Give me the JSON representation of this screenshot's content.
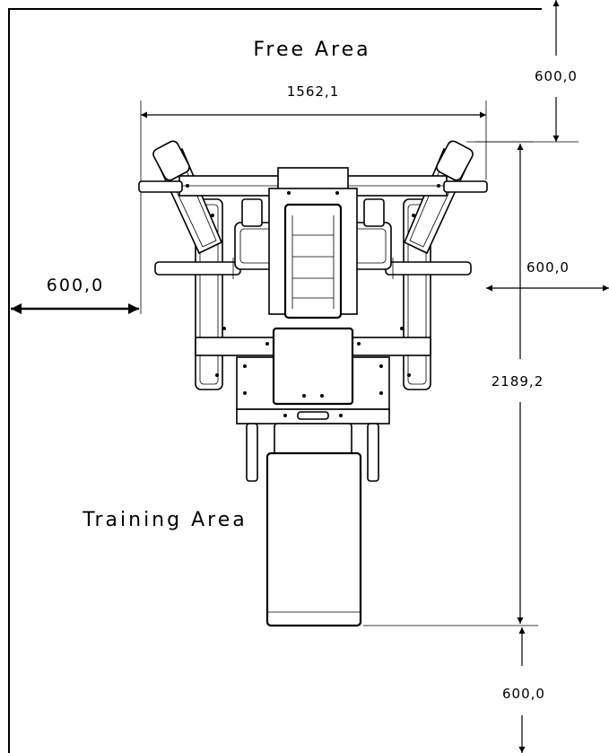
{
  "labels": {
    "free_area": "Free Area",
    "training_area": "Training Area"
  },
  "dimensions": {
    "width": "1562,1",
    "top_clearance": "600,0",
    "left_clearance": "600,0",
    "right_clearance": "600,0",
    "length": "2189,2",
    "bottom_clearance": "600,0"
  },
  "colors": {
    "line": "#000000",
    "background": "#ffffff"
  }
}
